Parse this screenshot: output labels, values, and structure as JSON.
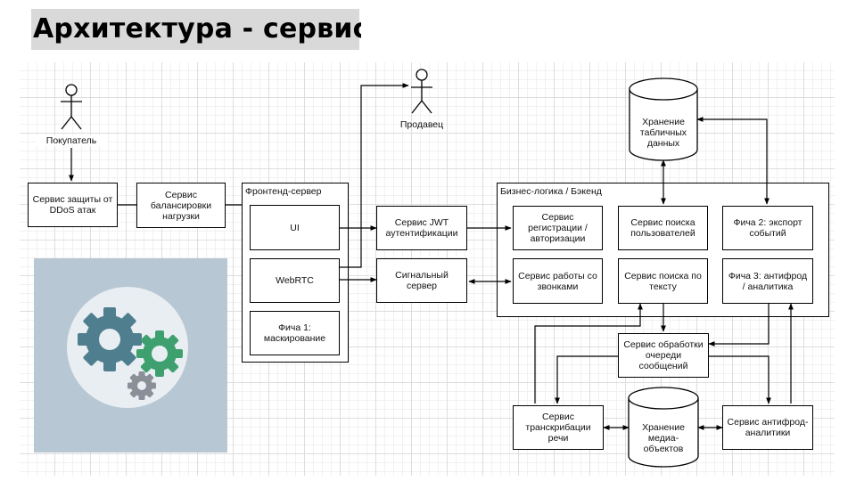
{
  "slide": {
    "title": "Архитектура - сервисы"
  },
  "actors": {
    "buyer": "Покупатель",
    "seller": "Продавец"
  },
  "containers": {
    "frontend": "Фронтенд-сервер",
    "backend": "Бизнес-логика / Бэкенд"
  },
  "boxes": {
    "ddos": "Сервис защиты от DDoS атак",
    "balancer": "Сервис балансировки нагрузки",
    "ui": "UI",
    "webrtc": "WebRTC",
    "feature1": "Фича 1: маскирование",
    "jwt": "Сервис JWT аутентификации",
    "signal": "Сигнальный сервер",
    "registration": "Сервис регистрации / авторизации",
    "user_search": "Сервис поиска пользователей",
    "feature2": "Фича 2: экспорт событий",
    "calls": "Сервис работы со звонками",
    "text_search": "Сервис поиска по тексту",
    "feature3": "Фича 3: антифрод / аналитика",
    "queue": "Сервис обработки очереди сообщений",
    "transcription": "Сервис транскрибации речи",
    "antifraud": "Сервис антифрод-аналитики"
  },
  "databases": {
    "tables": "Хранение табличных данных",
    "media": "Хранение медиа-объектов"
  },
  "colors": {
    "illustration_bg": "#b7c7d3",
    "gear_large": "#4f7f8f",
    "gear_green": "#3fa06f",
    "gear_small": "#8a8f98"
  },
  "icons": [
    "person-icon",
    "database-icon",
    "gears-illustration"
  ]
}
